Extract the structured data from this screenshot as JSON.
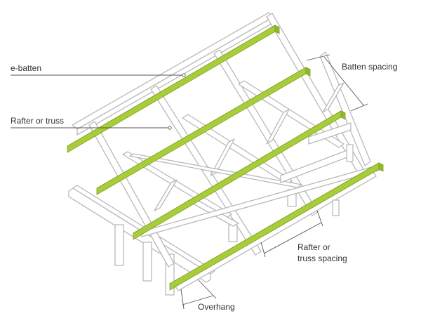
{
  "diagram": {
    "labels": {
      "e_batten": "e-batten",
      "rafter_or_truss": "Rafter or truss",
      "batten_spacing": "Batten spacing",
      "rafter_spacing_line1": "Rafter or",
      "rafter_spacing_line2": "truss spacing",
      "overhang": "Overhang"
    },
    "colors": {
      "batten": "#a8cc3a",
      "batten_edge": "#7f9f22",
      "timber_outline": "#b9b9b9",
      "timber_fill": "#ffffff",
      "leader": "#555555",
      "text": "#333333"
    },
    "battens": [
      {
        "id": "batten-1"
      },
      {
        "id": "batten-2"
      },
      {
        "id": "batten-3"
      },
      {
        "id": "batten-4"
      }
    ]
  }
}
